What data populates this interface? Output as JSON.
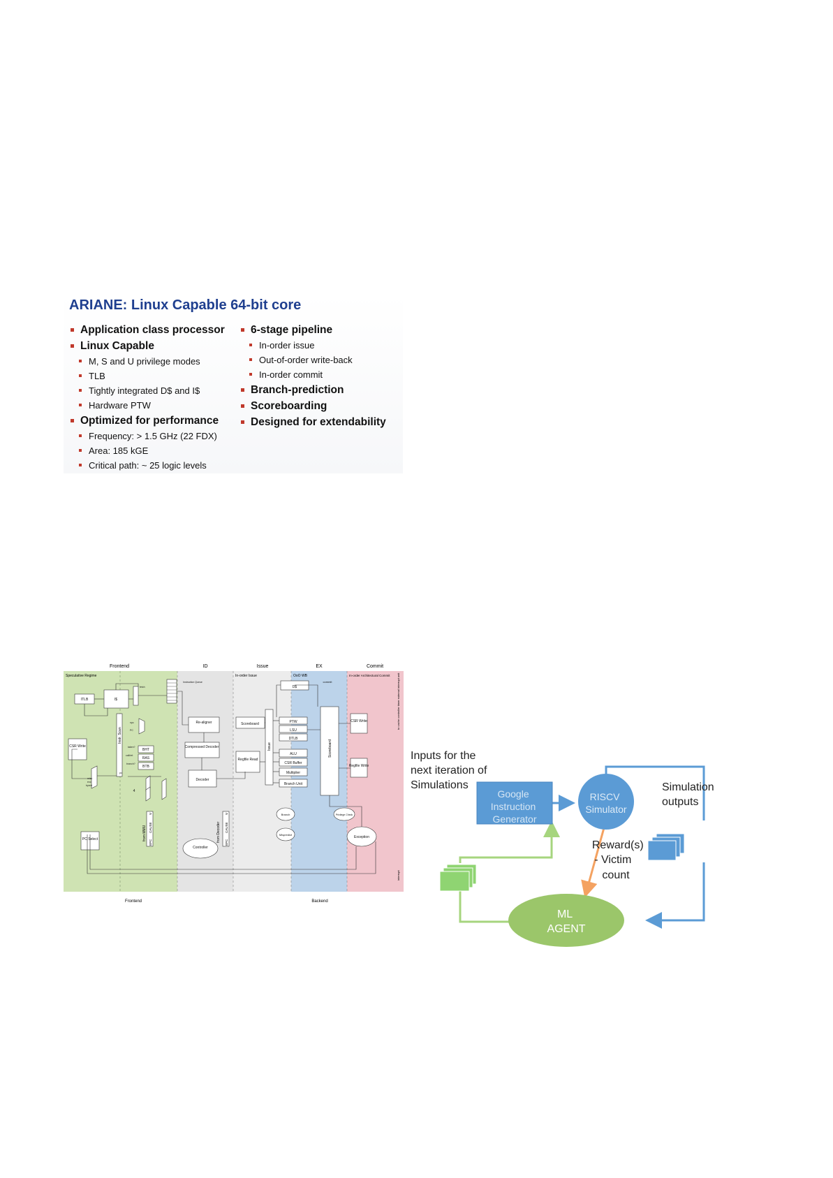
{
  "slide": {
    "title": "ARIANE: Linux Capable 64-bit core",
    "left_col": [
      {
        "text": "Application class processor",
        "level": 1
      },
      {
        "text": "Linux Capable",
        "level": 1
      },
      {
        "text": "M, S and U privilege modes",
        "level": 2
      },
      {
        "text": "TLB",
        "level": 2
      },
      {
        "text": "Tightly integrated D$ and I$",
        "level": 2
      },
      {
        "text": "Hardware PTW",
        "level": 2
      },
      {
        "text": "Optimized for performance",
        "level": 1
      },
      {
        "text": "Frequency: > 1.5 GHz (22 FDX)",
        "level": 2
      },
      {
        "text": "Area: 185 kGE",
        "level": 2
      },
      {
        "text": "Critical path: ~ 25 logic levels",
        "level": 2
      }
    ],
    "right_col": [
      {
        "text": "6-stage pipeline",
        "level": 1
      },
      {
        "text": "In-order issue",
        "level": 2
      },
      {
        "text": "Out-of-order write-back",
        "level": 2
      },
      {
        "text": "In-order commit",
        "level": 2
      },
      {
        "text": "Branch-prediction",
        "level": 1
      },
      {
        "text": "Scoreboarding",
        "level": 1
      },
      {
        "text": "Designed for extendability",
        "level": 1
      }
    ],
    "title_color": "#1f3f8f",
    "bullet_color": "#c0392b"
  },
  "arch": {
    "stages": {
      "frontend": "Frontend",
      "id": "ID",
      "issue": "Issue",
      "ex": "EX",
      "commit": "Commit"
    },
    "regions": {
      "spec": "Speculative Regime",
      "inorder_issue": "In-order Issue",
      "ooo_wb": "OoO WB",
      "inorder_commit": "In-order Architectural Commit",
      "side": "to cache controller timer external interrupt unit"
    },
    "blocks": {
      "itlb": "ITLB",
      "is": "I$",
      "iq": "Instruction Queue",
      "csr_write_l": "CSR Write",
      "bht": "BHT",
      "ras": "RAS",
      "btb": "BTB",
      "realigner": "Re-aligner",
      "compressed": "Compressed Decoder",
      "decoder": "Decoder",
      "scoreboard_id": "Scoreboard",
      "regfile_read": "Regfile Read",
      "issue": "Issue",
      "ds": "D$",
      "ptw": "PTW",
      "lsu": "LSU",
      "dtlb": "DTLB",
      "alu": "ALU",
      "csr_buffer": "CSR Buffer",
      "multiplier": "Multiplier",
      "branch_unit": "Branch Unit",
      "scoreboard_ex": "Scoreboard",
      "csr_write_r": "CSR Write",
      "regfile_write": "Regfile Write",
      "branch": "Branch",
      "mispredict": "Mispredict",
      "privilege": "Privilege Check",
      "exception": "Exception",
      "pc_select": "PC Select",
      "controller": "Controller",
      "from_mmu": "from MMU",
      "from_decoder": "from Decoder",
      "epc": "EPC",
      "cause": "CAUSE",
      "v": "V",
      "instr_scan": "Instr. Scan",
      "four": "4",
      "commit": "commit",
      "interrupt": "interrupt"
    },
    "small": {
      "misc": "misc",
      "fetch": "fetch",
      "pc": "PC",
      "taken": "taken?",
      "call_ret": "call/ret",
      "branch_q": "branch?",
      "npc": "npc",
      "exc": "exc",
      "bpred": "bpred",
      "pc2": "pc"
    },
    "bottom": {
      "frontend": "Frontend",
      "backend": "Backend"
    },
    "colors": {
      "frontend": "#cfe3b3",
      "id": "#e2e2e2",
      "issue": "#e9e9e9",
      "ex": "#bcd3ea",
      "commit": "#f1c5cc"
    }
  },
  "rl": {
    "inputs_label": "Inputs for the next iteration of Simulations",
    "generator": "Google Instruction Generator",
    "simulator": "RISCV Simulator",
    "outputs_label": "Simulation outputs",
    "reward_label": "Reward(s) - Victim count",
    "agent": "ML AGENT",
    "colors": {
      "box": "#5b9bd5",
      "sim": "#5b9bd5",
      "agent": "#9bc66a",
      "green_arrow": "#a6d57e",
      "blue_arrow": "#5b9bd5",
      "orange_arrow": "#f4a261"
    }
  }
}
